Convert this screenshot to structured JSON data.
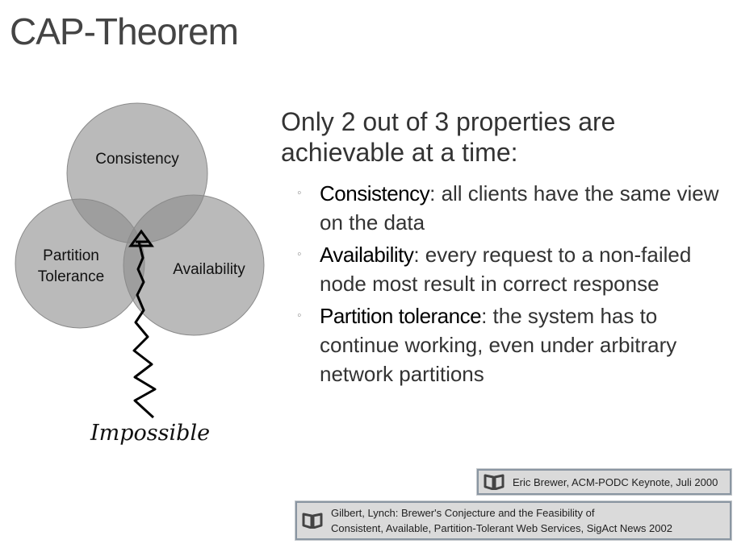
{
  "title": "CAP-Theorem",
  "diagram": {
    "circles": [
      "Consistency",
      "Partition Tolerance",
      "Availability"
    ],
    "partition_line1": "Partition",
    "partition_line2": "Tolerance",
    "annotation": "Impossible"
  },
  "intro": "Only 2 out of 3 properties are achievable at a time:",
  "bullets": [
    {
      "term": "Consistency",
      "text": ": all clients have the same view on the data"
    },
    {
      "term": "Availability",
      "text": ": every request to a non-failed node most result in correct response"
    },
    {
      "term": "Partition tolerance",
      "text": ": the system has to continue working, even under arbitrary network partitions"
    }
  ],
  "references": [
    {
      "icon": "book-icon",
      "line1": "Eric Brewer, ACM-PODC Keynote, Juli 2000"
    },
    {
      "icon": "book-icon",
      "line1": "Gilbert, Lynch: Brewer's Conjecture and the Feasibility of",
      "line2": "Consistent, Available, Partition-Tolerant Web Services, SigAct News 2002"
    }
  ]
}
